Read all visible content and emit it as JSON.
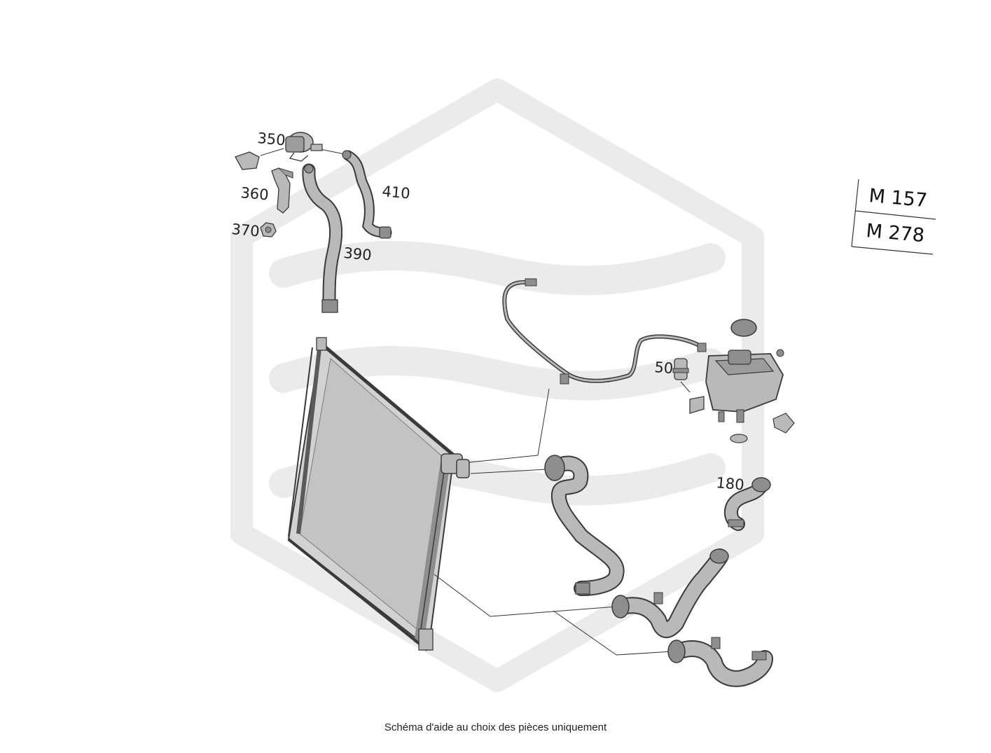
{
  "engine_codes": [
    "M 157",
    "M 278"
  ],
  "callouts": [
    {
      "id": "350",
      "label": "350"
    },
    {
      "id": "360",
      "label": "360"
    },
    {
      "id": "370",
      "label": "370"
    },
    {
      "id": "390",
      "label": "390"
    },
    {
      "id": "410",
      "label": "410"
    },
    {
      "id": "50",
      "label": "50"
    },
    {
      "id": "180",
      "label": "180"
    }
  ],
  "caption": "Schéma d'aide au choix des pièces uniquement",
  "colors": {
    "watermark": "#ebebeb",
    "line": "#3a3a3a",
    "part_fill": "#b9b9b9",
    "part_dark": "#8e8e8e",
    "radiator_core": "#d2d2d2"
  }
}
